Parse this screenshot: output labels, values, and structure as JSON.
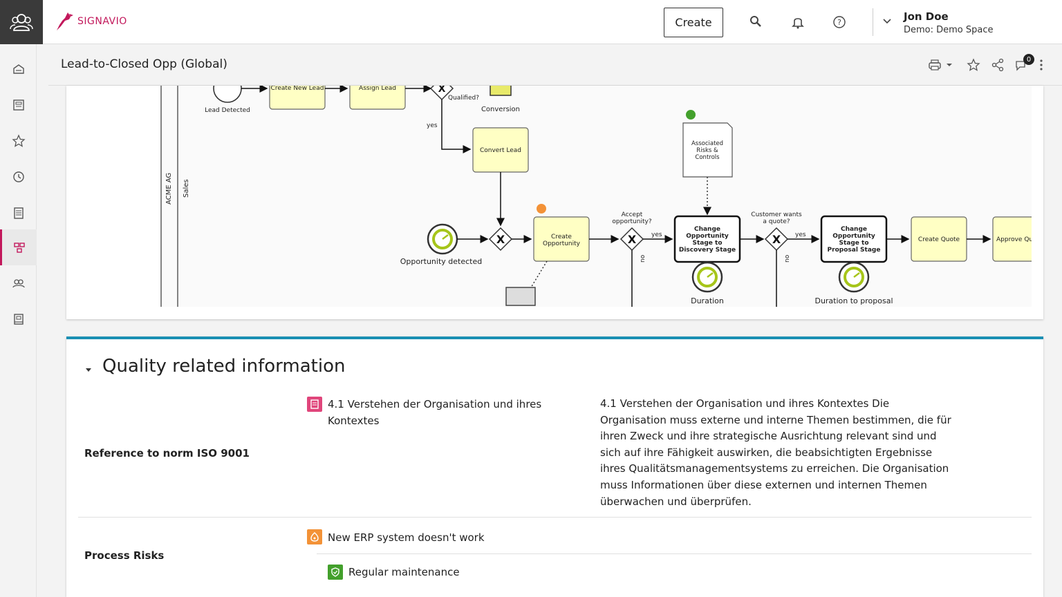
{
  "app": {
    "brand": "SIGNAVIO",
    "brand_color": "#c2185b"
  },
  "header": {
    "create_label": "Create",
    "user_name": "Jon Doe",
    "user_space": "Demo: Demo Space",
    "icons": [
      "search-icon",
      "bell-icon",
      "help-icon",
      "chevron-down-icon"
    ]
  },
  "sidebar": {
    "items": [
      "home-icon",
      "dashboard-icon",
      "favorites-icon",
      "history-icon",
      "calendar-icon",
      "process-icon",
      "collaboration-icon",
      "book-icon"
    ],
    "active_index": 5
  },
  "page": {
    "title": "Lead-to-Closed Opp (Global)",
    "comment_count": "0"
  },
  "diagram": {
    "pool": "ACME AG",
    "lane": "Sales",
    "events": {
      "lead_detected": "Lead Detected",
      "opportunity_detected": "Opportunity detected",
      "duration": "Duration",
      "duration_to_proposal": "Duration to proposal",
      "conversion": "Conversion"
    },
    "tasks": {
      "create_new_lead": "Create New Lead",
      "assign_lead": "Assign Lead",
      "convert_lead": "Convert Lead",
      "create_opportunity": "Create Opportunity",
      "change_discovery_1": "Change",
      "change_discovery_2": "Opportunity",
      "change_discovery_3": "Stage to",
      "change_discovery_4": "Discovery Stage",
      "change_proposal_1": "Change",
      "change_proposal_2": "Opportunity",
      "change_proposal_3": "Stage to",
      "change_proposal_4": "Proposal Stage",
      "create_quote": "Create Quote",
      "approve_quote": "Approve Qu"
    },
    "gateways": {
      "qualified": "Qualified?",
      "accept_1": "Accept",
      "accept_2": "opportunity?",
      "quote_1": "Customer wants",
      "quote_2": "a quote?"
    },
    "flow_labels": {
      "yes": "yes",
      "no": "no"
    },
    "document": {
      "line1": "Associated",
      "line2": "Risks &",
      "line3": "Controls"
    }
  },
  "quality": {
    "title": "Quality related information",
    "norm": {
      "label": "Reference to norm ISO 9001",
      "item_line1": "4.1 Verstehen der Organisation und ihres",
      "item_line2": "Kontextes",
      "description": "4.1 Verstehen der Organisation und ihres Kontextes Die Organisation muss externe und interne Themen bestimmen, die für ihren Zweck und ihre strategische Ausrichtung relevant sind und sich auf ihre Fähigkeit auswirken, die beabsichtigten Ergebnisse ihres Qualitätsmanagementsystems zu erreichen. Die Organisation muss Informationen über diese externen und internen Themen überwachen und überprüfen."
    },
    "risks": {
      "label": "Process Risks",
      "risk_item": "New ERP system doesn't work",
      "control_item": "Regular maintenance"
    },
    "colors": {
      "norm_icon": "#e0457b",
      "risk_icon": "#f39237",
      "control_icon": "#43a02c",
      "accent": "#1a8fb3"
    }
  }
}
